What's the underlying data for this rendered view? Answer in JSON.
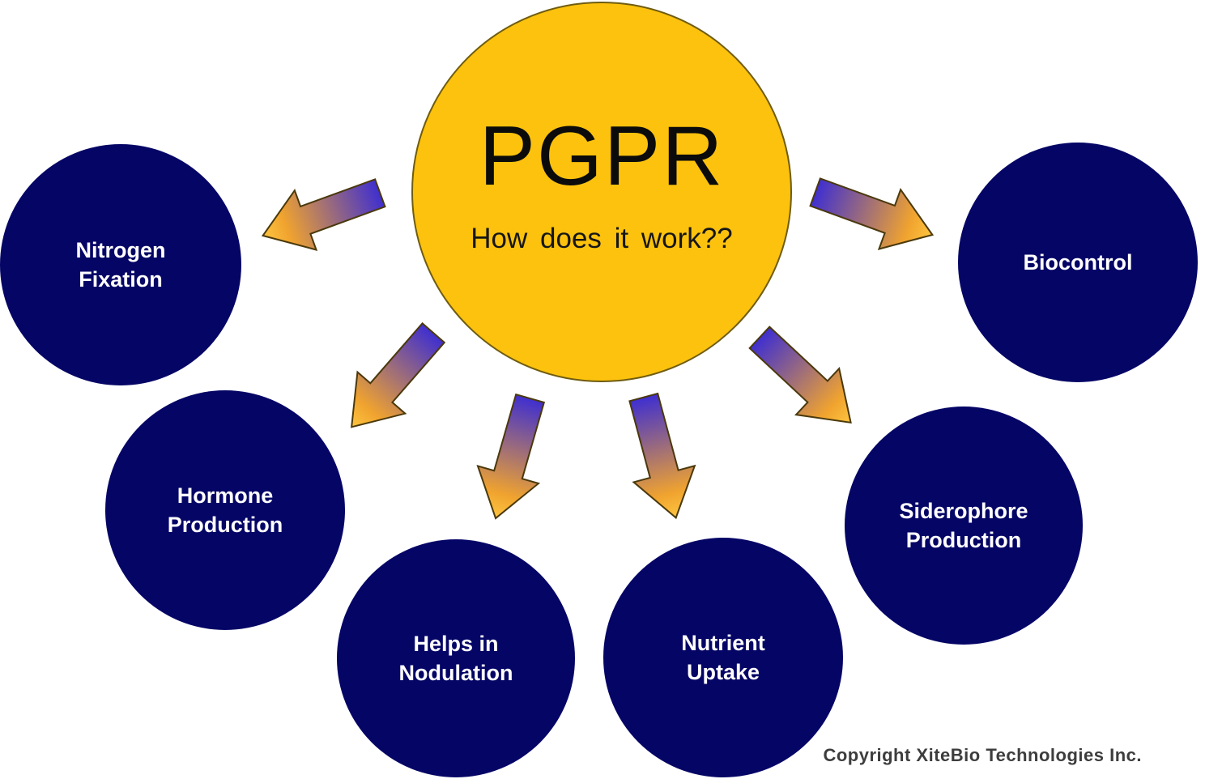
{
  "center": {
    "title": "PGPR",
    "subtitle": "How does it work??"
  },
  "nodes": [
    {
      "id": "nitrogen-fixation",
      "lines": [
        "Nitrogen",
        "Fixation"
      ]
    },
    {
      "id": "biocontrol",
      "lines": [
        "Biocontrol"
      ]
    },
    {
      "id": "hormone-production",
      "lines": [
        "Hormone",
        "Production"
      ]
    },
    {
      "id": "helps-in-nodulation",
      "lines": [
        "Helps in",
        "Nodulation"
      ]
    },
    {
      "id": "nutrient-uptake",
      "lines": [
        "Nutrient",
        "Uptake"
      ]
    },
    {
      "id": "siderophore-production",
      "lines": [
        "Siderophore",
        "Production"
      ]
    }
  ],
  "connectors": [
    {
      "from": "pgpr",
      "to": "nitrogen-fixation"
    },
    {
      "from": "pgpr",
      "to": "biocontrol"
    },
    {
      "from": "pgpr",
      "to": "hormone-production"
    },
    {
      "from": "pgpr",
      "to": "helps-in-nodulation"
    },
    {
      "from": "pgpr",
      "to": "nutrient-uptake"
    },
    {
      "from": "pgpr",
      "to": "siderophore-production"
    }
  ],
  "footer": {
    "copyright": "Copyright XiteBio Technologies Inc."
  },
  "colors": {
    "background": "#FFFFFF",
    "center_fill": "#FCC20D",
    "center_stroke": "#6F5C10",
    "node_fill": "#050566",
    "node_text": "#FFFFFF",
    "arrow_tail_blue": "#3F2FD0",
    "arrow_head_orange": "#F9AE2B",
    "arrow_tip_orange": "#FDC53F",
    "arrow_stroke": "#4A390C",
    "title_text": "#0B0B0B",
    "copyright_text": "#3D3D3D"
  }
}
